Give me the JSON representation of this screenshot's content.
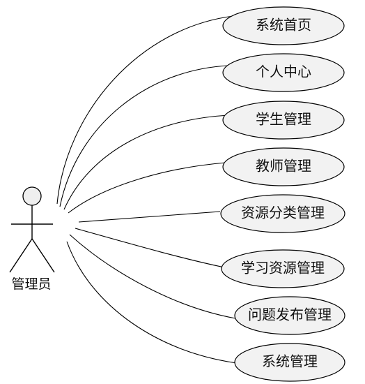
{
  "actor": {
    "label": "管理员"
  },
  "use_cases": [
    {
      "id": "uc-home",
      "label": "系统首页"
    },
    {
      "id": "uc-personal",
      "label": "个人中心"
    },
    {
      "id": "uc-student",
      "label": "学生管理"
    },
    {
      "id": "uc-teacher",
      "label": "教师管理"
    },
    {
      "id": "uc-category",
      "label": "资源分类管理"
    },
    {
      "id": "uc-resource",
      "label": "学习资源管理"
    },
    {
      "id": "uc-question",
      "label": "问题发布管理"
    },
    {
      "id": "uc-system",
      "label": "系统管理"
    }
  ]
}
